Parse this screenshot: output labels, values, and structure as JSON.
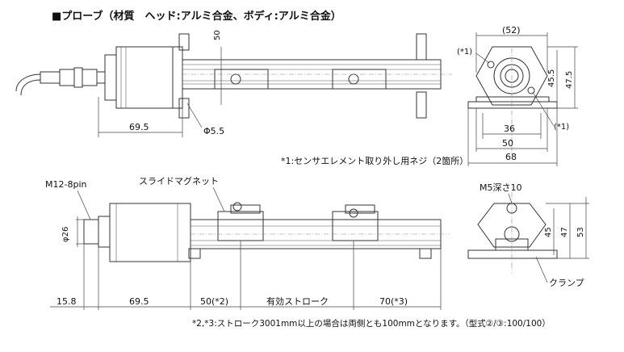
{
  "title": "■プローブ（材質　ヘッド:アルミ合金、ボディ:アルミ合金）",
  "top_view": {
    "dim_50": "50",
    "dim_69_5": "69.5",
    "dim_phi_5_5": "Φ5.5"
  },
  "end_view_top": {
    "dim_52": "(52)",
    "mark_1a": "(*1)",
    "mark_1b": "(*1)",
    "dim_45_5": "45.5",
    "dim_47_5": "47.5",
    "dim_36": "36",
    "dim_50": "50",
    "dim_68": "68"
  },
  "note_1": "*1:センサエレメント取り外し用ネジ（2箇所）",
  "side_view": {
    "label_m12": "M12-8pin",
    "label_slide_magnet": "スライドマグネット",
    "dim_phi26": "φ26",
    "dim_15_8": "15.8",
    "dim_69_5": "69.5",
    "dim_50_2": "50(*2)",
    "dim_stroke": "有効ストローク",
    "dim_70_3": "70(*3)"
  },
  "end_view_bottom": {
    "label_m5": "M5深さ10",
    "dim_45": "45",
    "dim_47": "47",
    "dim_53": "53",
    "label_clamp": "クランプ"
  },
  "note_2": "*2,*3:ストローク3001mm以上の場合は両側とも100mmとなります。（型式②/③:100/100）"
}
